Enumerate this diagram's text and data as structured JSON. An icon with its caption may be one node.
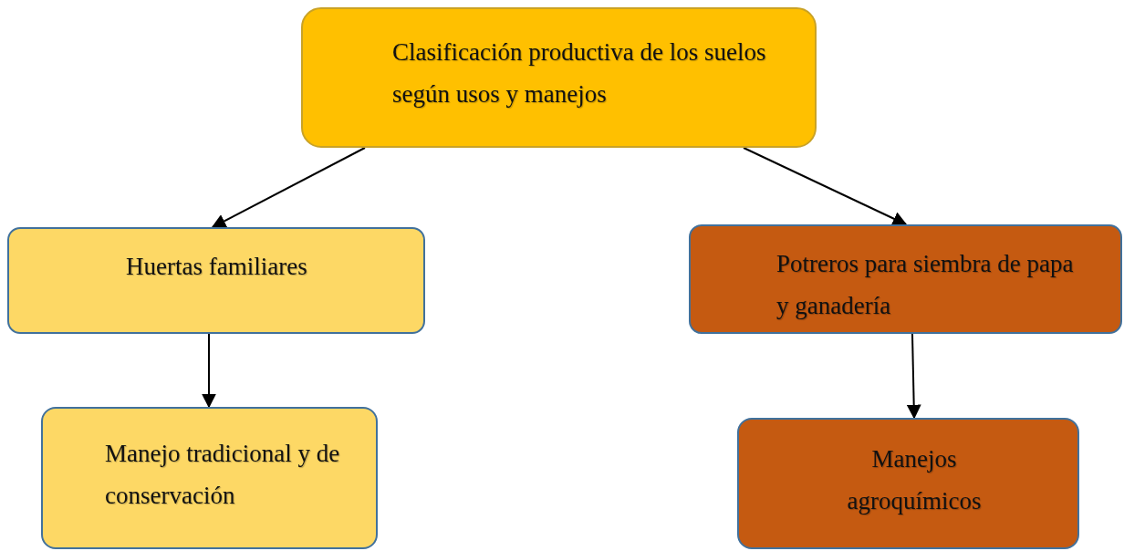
{
  "diagram": {
    "nodes": [
      {
        "text": [
          "Clasificación productiva de los suelos según usos y manejos"
        ]
      },
      {
        "text": [
          "Huertas familiares"
        ]
      },
      {
        "text": [
          "Potreros para siembra de papa y ganadería"
        ]
      },
      {
        "text": [
          "Manejo tradicional y de conservación"
        ]
      },
      {
        "text": [
          "Manejos agroquímicos"
        ]
      }
    ],
    "edges": [
      {
        "from": 0,
        "to": 1,
        "arrow": "to"
      },
      {
        "from": 0,
        "to": 2,
        "arrow": "to"
      },
      {
        "from": 1,
        "to": 3,
        "arrow": "to"
      },
      {
        "from": 2,
        "to": 4,
        "arrow": "to"
      }
    ]
  }
}
